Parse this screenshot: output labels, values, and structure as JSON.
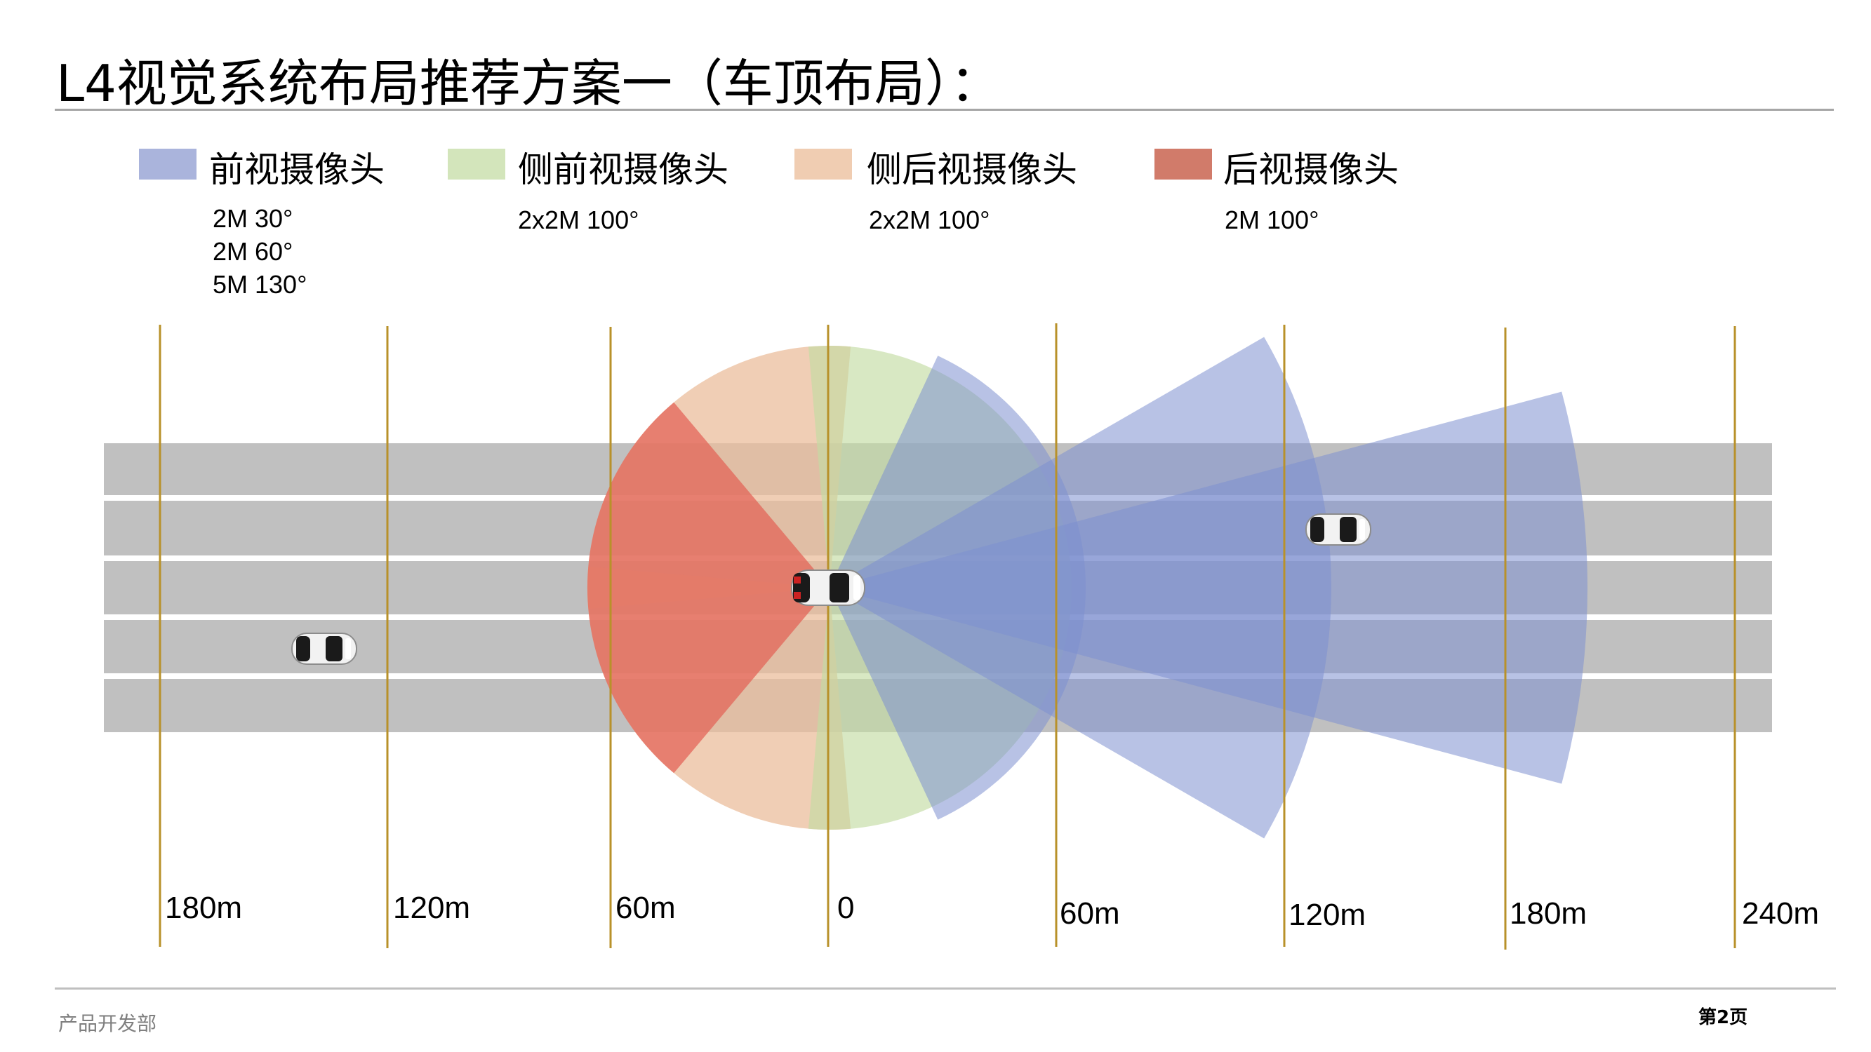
{
  "title": "L4视觉系统布局推荐方案一（车顶布局）：",
  "legend": [
    {
      "label": "前视摄像头",
      "specs": [
        "2M 30°",
        "2M 60°",
        "5M 130°"
      ],
      "color": "#aab4dc"
    },
    {
      "label": "侧前视摄像头",
      "specs": [
        "2x2M 100°"
      ],
      "color": "#d3e5bb"
    },
    {
      "label": "侧后视摄像头",
      "specs": [
        "2x2M 100°"
      ],
      "color": "#f0cdb2"
    },
    {
      "label": "后视摄像头",
      "specs": [
        "2M 100°"
      ],
      "color": "#d17b6a"
    }
  ],
  "distance_labels": [
    "180m",
    "120m",
    "60m",
    "0",
    "60m",
    "120m",
    "180m",
    "240m"
  ],
  "footer": {
    "department": "产品开发部",
    "page": "第2页"
  },
  "colors": {
    "road": "#c0c0c0",
    "lane_line": "#ffffff",
    "distance_line": "#b8912a",
    "front_camera": "#7d8fd0",
    "side_front_camera": "#c3dca3",
    "side_rear_camera": "#ebbe9c",
    "rear_camera": "#e35e52"
  }
}
